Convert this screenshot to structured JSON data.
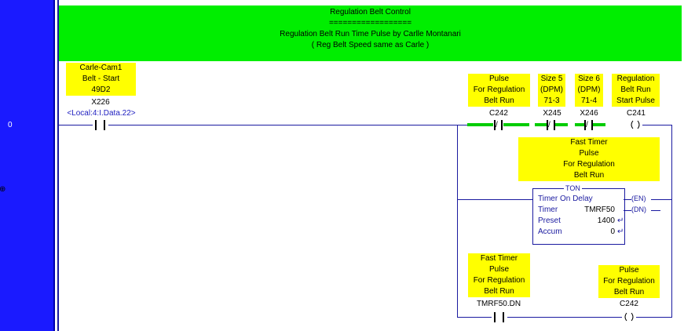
{
  "rung": {
    "number": "0"
  },
  "comment": {
    "title": "Regulation Belt Control",
    "divider": "==================",
    "line2": "Regulation Belt Run Time Pulse by Carlle Montanari",
    "line3": "( Reg Belt Speed same as Carle )"
  },
  "x226": {
    "desc": [
      "Carle-Cam1",
      "Belt - Start",
      "49D2"
    ],
    "address": "X226",
    "alias": "<Local:4:I.Data.22>"
  },
  "c242_xic": {
    "desc": [
      "Pulse",
      "For Regulation",
      "Belt Run"
    ],
    "address": "C242"
  },
  "x245": {
    "desc": [
      "Size 5",
      "(DPM)",
      "71-3"
    ],
    "address": "X245"
  },
  "x246": {
    "desc": [
      "Size 6",
      "(DPM)",
      "71-4"
    ],
    "address": "X246"
  },
  "c241": {
    "desc": [
      "Regulation",
      "Belt Run",
      "Start Pulse"
    ],
    "address": "C241"
  },
  "timer_desc": [
    "Fast Timer",
    "Pulse",
    "For Regulation",
    "Belt Run"
  ],
  "ton": {
    "title": "TON",
    "name": "Timer On Delay",
    "timer_label": "Timer",
    "timer_value": "TMRF50",
    "preset_label": "Preset",
    "preset_value": "1400",
    "accum_label": "Accum",
    "accum_value": "0",
    "en": "EN",
    "dn": "DN"
  },
  "tmrf50_dn": {
    "desc": [
      "Fast Timer",
      "Pulse",
      "For Regulation",
      "Belt Run"
    ],
    "address": "TMRF50.DN"
  },
  "c242_ote": {
    "desc": [
      "Pulse",
      "For Regulation",
      "Belt Run"
    ],
    "address": "C242"
  },
  "colors": {
    "rung_bar": "#1a1aff",
    "comment_bg": "#00ee00",
    "desc_bg": "#ffff00",
    "energized": "#00cc00",
    "wire": "#1a1aa0"
  }
}
